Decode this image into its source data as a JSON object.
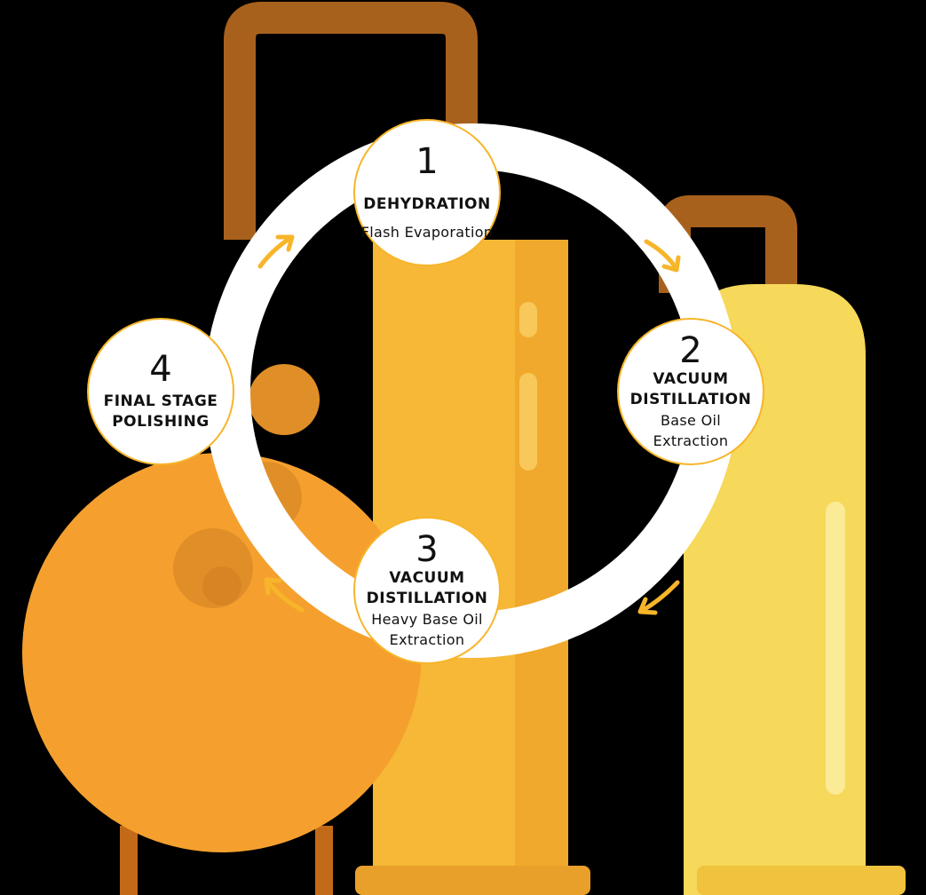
{
  "colors": {
    "background": "#000000",
    "ring": "#FFFFFF",
    "arrow": "#F7B52A",
    "circle_border": "#F7B52A",
    "pipe_brown": "#A8611C",
    "column_gold": "#F6B836",
    "column_yellow": "#F6D85A",
    "tank_orange": "#F5A02E"
  },
  "steps": [
    {
      "number": "1",
      "title": "DEHYDRATION",
      "desc": "Flash Evaporation"
    },
    {
      "number": "2",
      "title": "VACUUM DISTILLATION",
      "desc": "Base Oil Extraction"
    },
    {
      "number": "3",
      "title": "VACUUM DISTILLATION",
      "desc": "Heavy Base Oil Extraction"
    },
    {
      "number": "4",
      "title": "FINAL STAGE POLISHING",
      "desc": ""
    }
  ],
  "icons": [
    "refinery-illustration",
    "cycle-arrow-icon"
  ]
}
